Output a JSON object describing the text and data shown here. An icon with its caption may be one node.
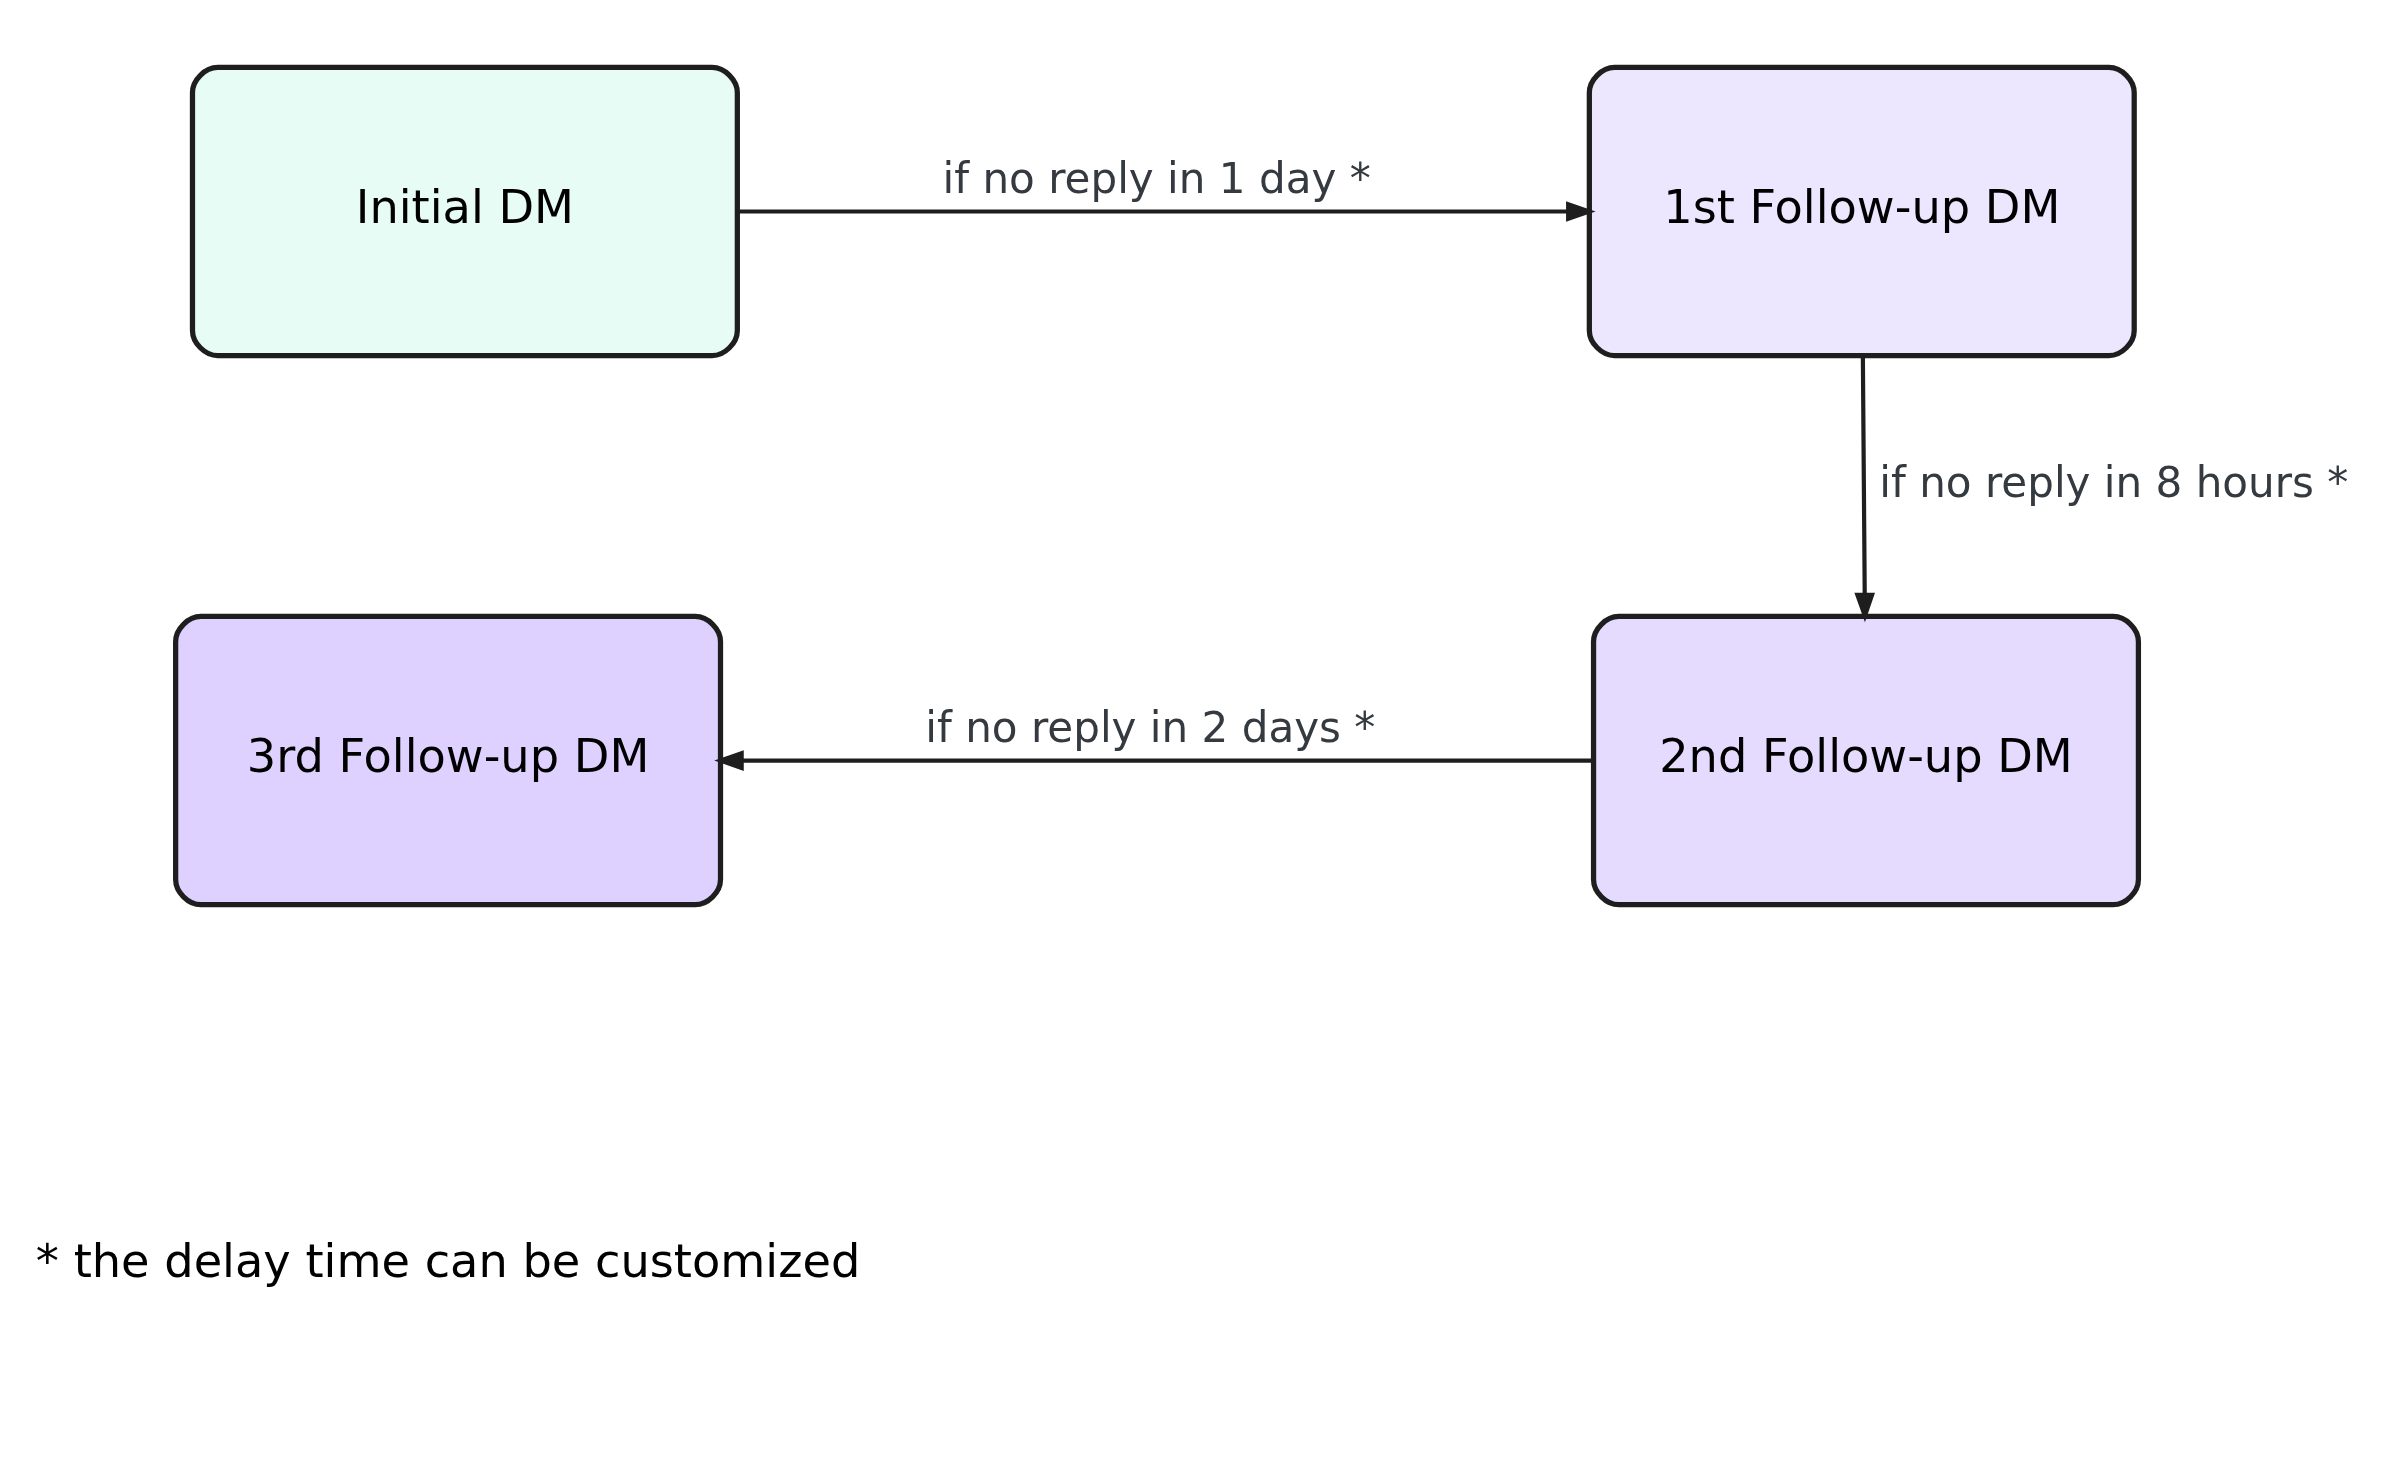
{
  "diagram": {
    "nodes": [
      {
        "text": [
          "Initial DM"
        ]
      },
      {
        "text": [
          "1st Follow-up DM"
        ]
      },
      {
        "text": [
          "2nd Follow-up DM"
        ]
      },
      {
        "text": [
          "3rd Follow-up DM"
        ]
      }
    ],
    "edges": [
      {
        "from": 0,
        "to": 1,
        "arrow": "to",
        "label": "if no reply in 1 day *"
      },
      {
        "from": 1,
        "to": 2,
        "arrow": "to",
        "label": "if no reply in 8 hours *"
      },
      {
        "from": 2,
        "to": 3,
        "arrow": "to",
        "label": "if no reply in 2 days *"
      }
    ],
    "labels": [
      "* the delay time can be customized"
    ]
  }
}
